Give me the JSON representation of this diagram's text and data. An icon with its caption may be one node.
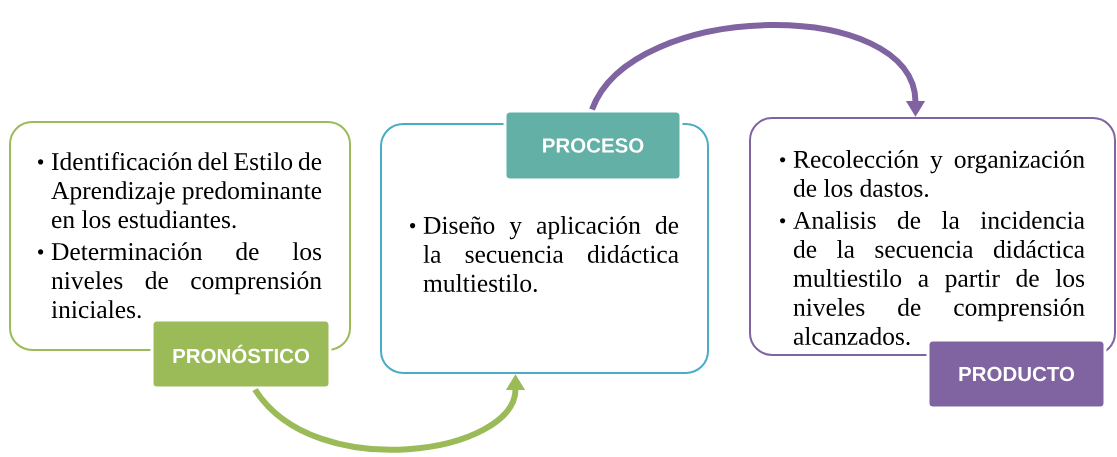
{
  "diagram": {
    "nodes": [
      {
        "text": [
          "Identificación del Estilo de Aprendizaje predominante en los estudiantes.",
          "Determinación de los niveles de comprensión iniciales."
        ]
      },
      {
        "text": [
          "PRONÓSTICO"
        ]
      },
      {
        "text": [
          "Diseño y aplicación de la secuencia didáctica multiestilo."
        ]
      },
      {
        "text": [
          "PROCESO"
        ]
      },
      {
        "text": [
          "Recolección y organización de los dastos.",
          "Analisis de la  incidencia de la secuencia didáctica multiestilo a partir de los niveles de comprensión alcanzados."
        ]
      },
      {
        "text": [
          "PRODUCTO"
        ]
      }
    ],
    "edges": [
      {
        "from": 1,
        "to": 2,
        "arrow": "to",
        "color": "#9bbb59"
      },
      {
        "from": 3,
        "to": 4,
        "arrow": "to",
        "color": "#8064a2"
      }
    ]
  }
}
